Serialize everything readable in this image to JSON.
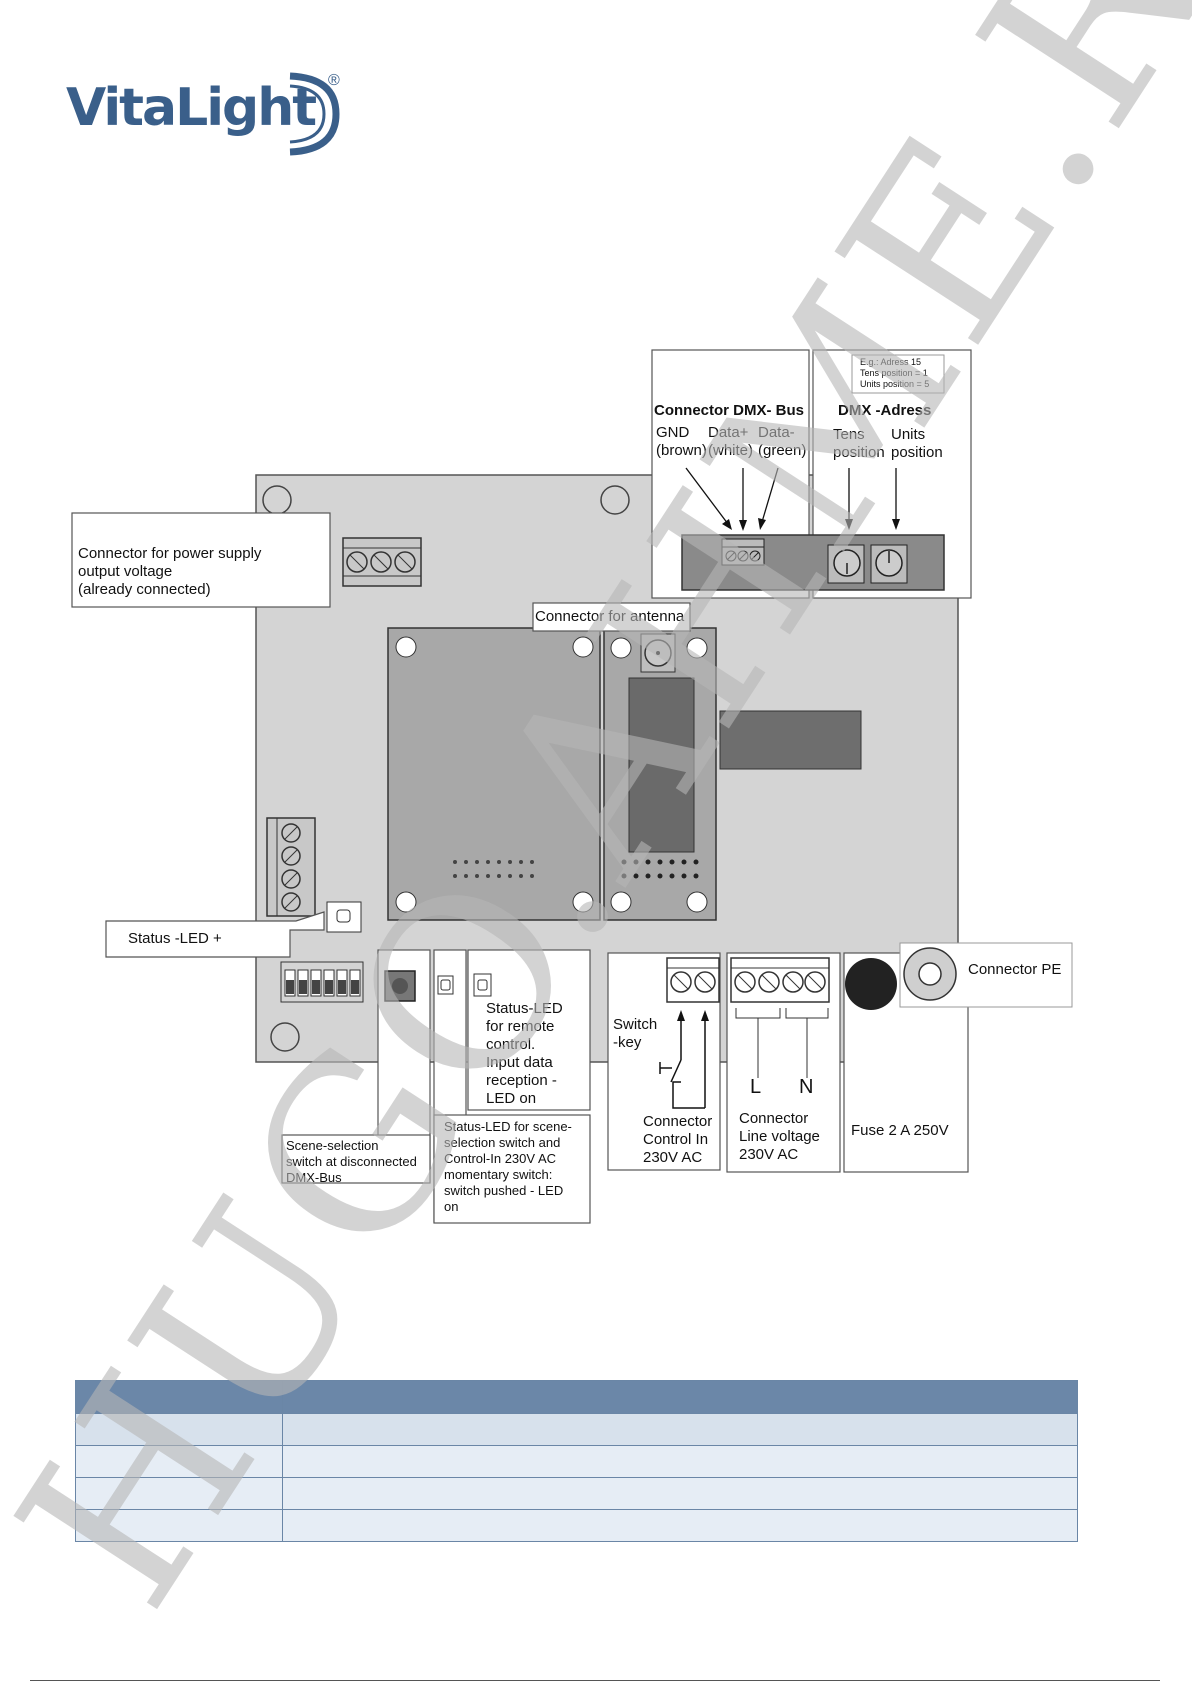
{
  "logo": {
    "name": "VitaLight",
    "reg": "®"
  },
  "labels": {
    "power_connector": "Connector for power supply\noutput voltage\n(already connected)",
    "antenna": "Connector for antenna",
    "dmx_bus_title": "Connector DMX- Bus",
    "dmx_gnd": "GND\n(brown)",
    "dmx_data_plus": "Data+\n(white)",
    "dmx_data_minus": "Data-\n(green)",
    "dmx_example": "E.g.: Adress 15\nTens position = 1\nUnits position =  5",
    "dmx_address_title": "DMX -Adress",
    "tens_position": "Tens\nposition",
    "units_position": "Units\nposition",
    "status_led_plus": "Status -LED +",
    "status_led_remote": "Status-LED\nfor remote\ncontrol.\nInput data\nreception -\nLED on",
    "scene_selection": "Scene-selection\nswitch at disconnected\nDMX-Bus",
    "status_led_scene": "Status-LED for scene-\nselection switch and\nControl-In 230V AC\nmomentary switch:\nswitch pushed - LED\non",
    "switch_key": "Switch\n-key",
    "connector_control_in": "Connector\nControl In\n230V AC",
    "connector_line": "Connector\nLine voltage\n230V AC",
    "line_L": "L",
    "line_N": "N",
    "fuse": "Fuse 2 A 250V",
    "connector_pe": "Connector PE"
  },
  "table": {
    "header": [
      "",
      ""
    ],
    "rows": [
      [
        "",
        ""
      ],
      [
        "",
        ""
      ],
      [
        "",
        ""
      ],
      [
        "",
        ""
      ]
    ]
  },
  "watermark": "HUGO.AHME.RU",
  "colors": {
    "brand": "#3a5f8a",
    "board": "#d4d4d4",
    "module": "#a9a9a9",
    "table_header": "#6b87a8"
  }
}
